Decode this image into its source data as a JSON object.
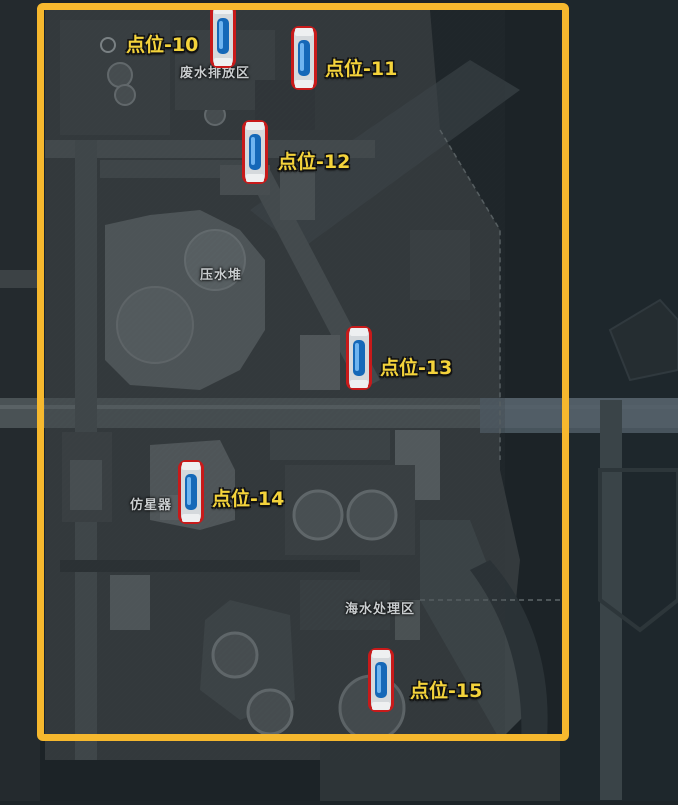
{
  "map": {
    "frame_color": "#f6b82e",
    "label_color": "#f4d33b",
    "zones": [
      {
        "id": "wastewater",
        "label": "废水排放区"
      },
      {
        "id": "reactor",
        "label": "压水堆"
      },
      {
        "id": "simulator",
        "label": "仿星器"
      },
      {
        "id": "seawater",
        "label": "海水处理区"
      }
    ],
    "points": [
      {
        "id": "p10",
        "label": "点位-10"
      },
      {
        "id": "p11",
        "label": "点位-11"
      },
      {
        "id": "p12",
        "label": "点位-12"
      },
      {
        "id": "p13",
        "label": "点位-13"
      },
      {
        "id": "p14",
        "label": "点位-14"
      },
      {
        "id": "p15",
        "label": "点位-15"
      }
    ]
  }
}
